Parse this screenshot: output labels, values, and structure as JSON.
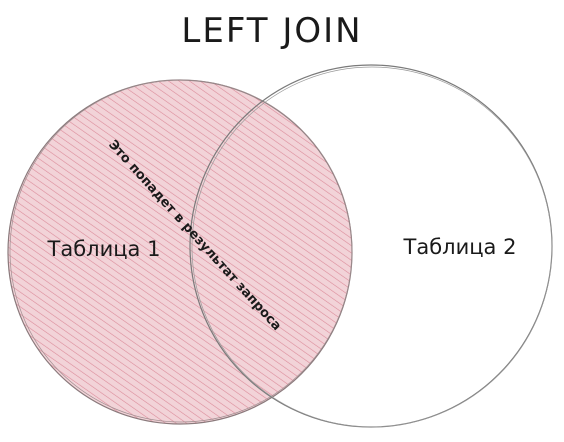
{
  "diagram": {
    "title": "LEFT JOIN",
    "left_set": {
      "label": "Таблица 1",
      "fill": "#e8b3bb",
      "hatch": "#c85066",
      "stroke": "#6b6b6b"
    },
    "right_set": {
      "label": "Таблица 2",
      "stroke": "#6b6b6b"
    },
    "annotation": "Это попадет в результат запроса"
  }
}
